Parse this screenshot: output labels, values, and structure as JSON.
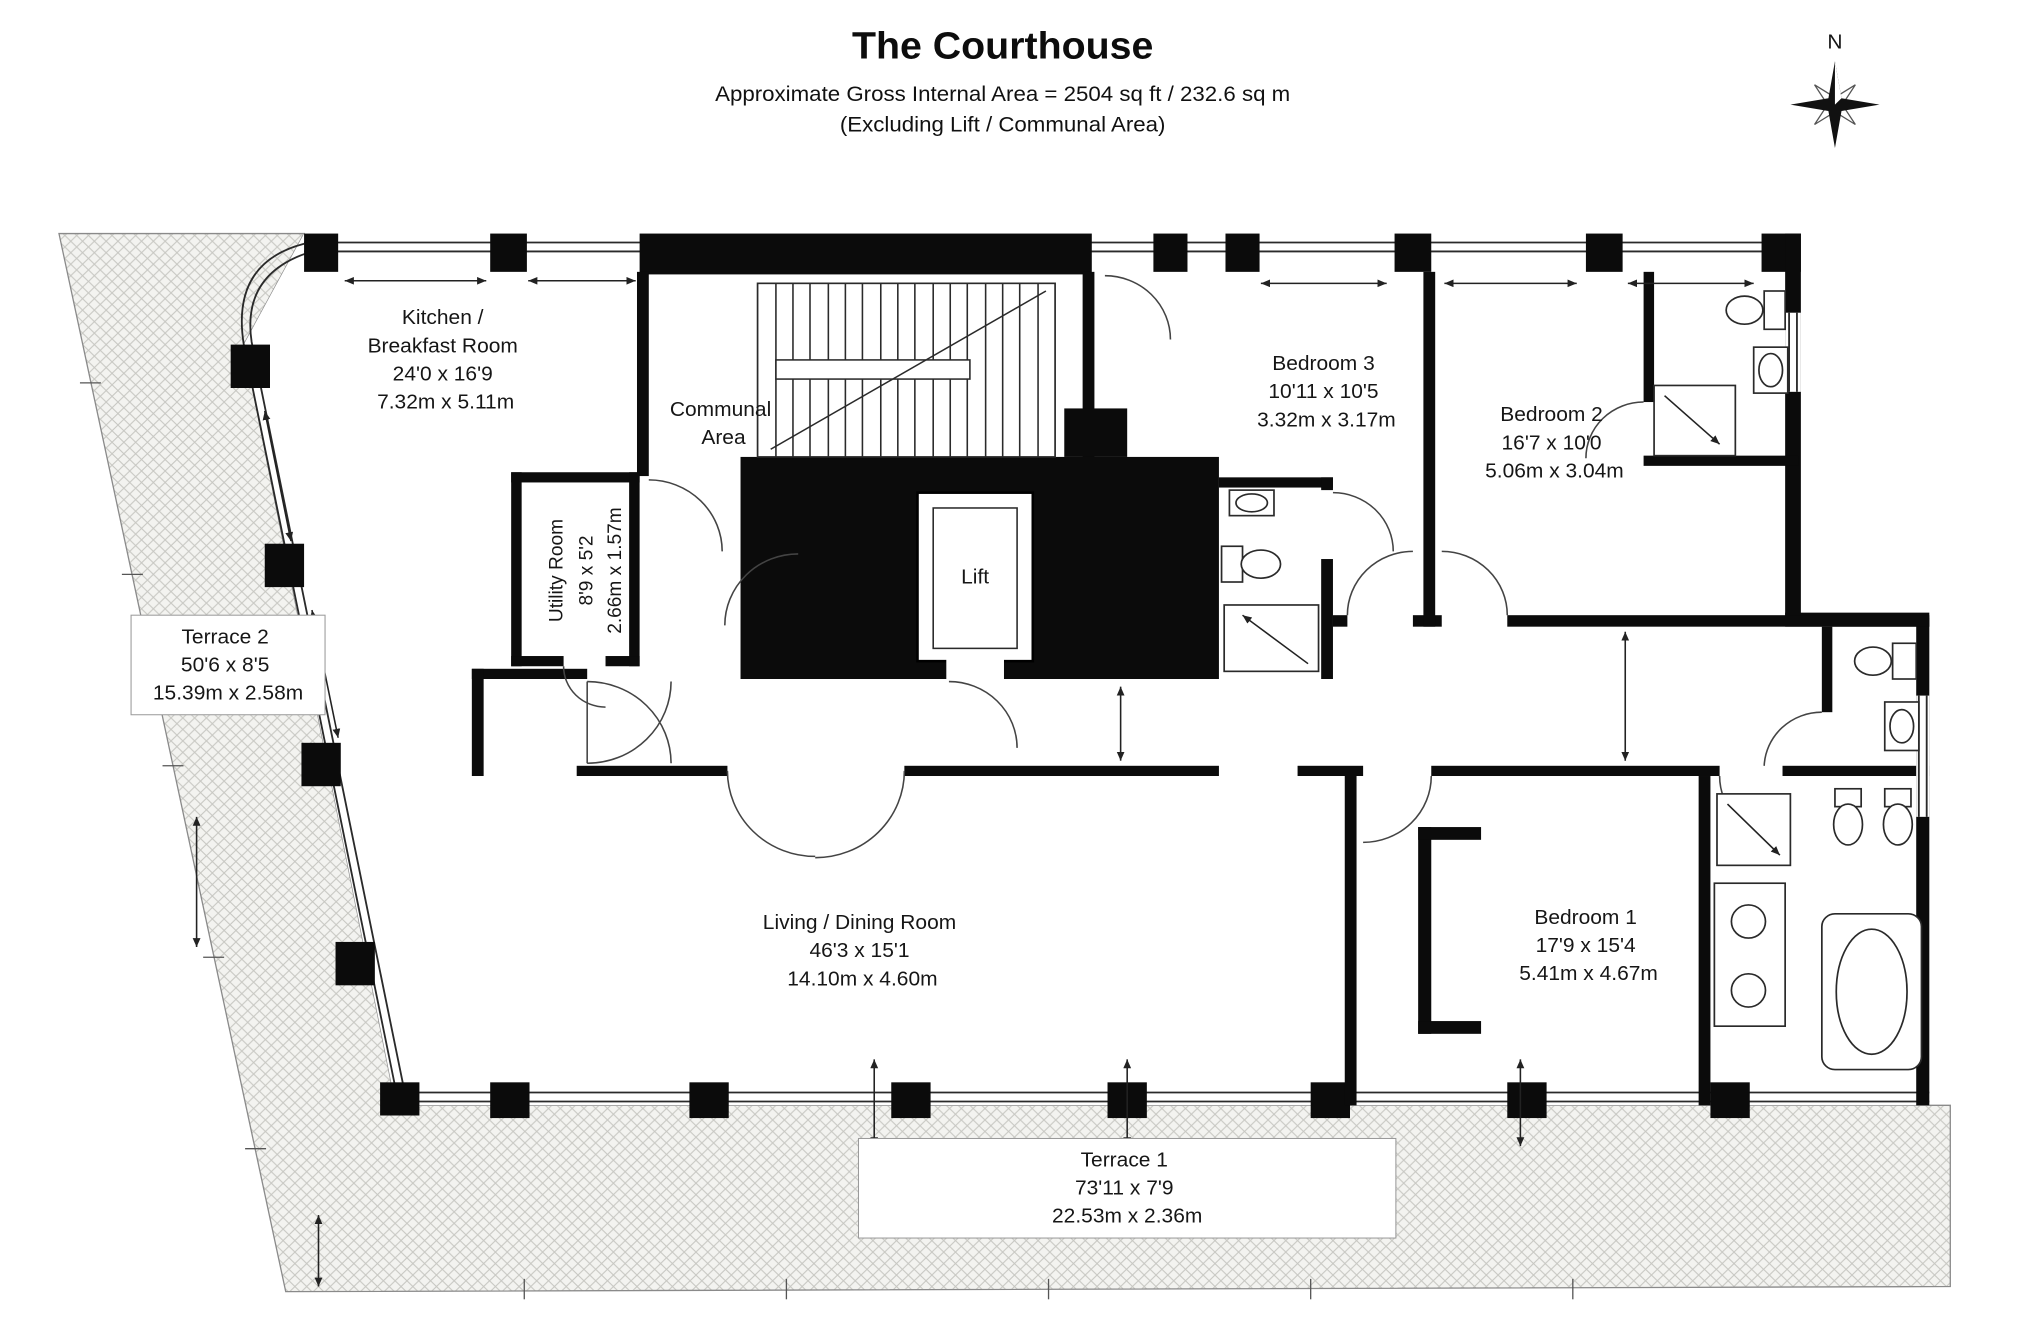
{
  "header": {
    "title": "The Courthouse",
    "subtitle": "Approximate Gross Internal Area = 2504 sq ft / 232.6 sq m",
    "note": "(Excluding Lift / Communal Area)"
  },
  "compass": {
    "north_label": "N"
  },
  "rooms": {
    "kitchen": {
      "line1": "Kitchen /",
      "line2": "Breakfast Room",
      "size_ft": "24'0 x 16'9",
      "size_m": "7.32m x 5.11m"
    },
    "communal": {
      "line1": "Communal",
      "line2": "Area"
    },
    "bedroom3": {
      "name": "Bedroom 3",
      "size_ft": "10'11 x 10'5",
      "size_m": "3.32m x 3.17m"
    },
    "bedroom2": {
      "name": "Bedroom 2",
      "size_ft": "16'7 x 10'0",
      "size_m": "5.06m x 3.04m"
    },
    "utility": {
      "name": "Utility Room",
      "size_ft": "8'9 x 5'2",
      "size_m": "2.66m x 1.57m"
    },
    "lift": {
      "name": "Lift"
    },
    "terrace2": {
      "name": "Terrace 2",
      "size_ft": "50'6 x 8'5",
      "size_m": "15.39m x 2.58m"
    },
    "living": {
      "name": "Living / Dining Room",
      "size_ft": "46'3 x 15'1",
      "size_m": "14.10m x 4.60m"
    },
    "bedroom1": {
      "name": "Bedroom 1",
      "size_ft": "17'9 x 15'4",
      "size_m": "5.41m x 4.67m"
    },
    "terrace1": {
      "name": "Terrace 1",
      "size_ft": "73'11 x 7'9",
      "size_m": "22.53m x 2.36m"
    }
  }
}
